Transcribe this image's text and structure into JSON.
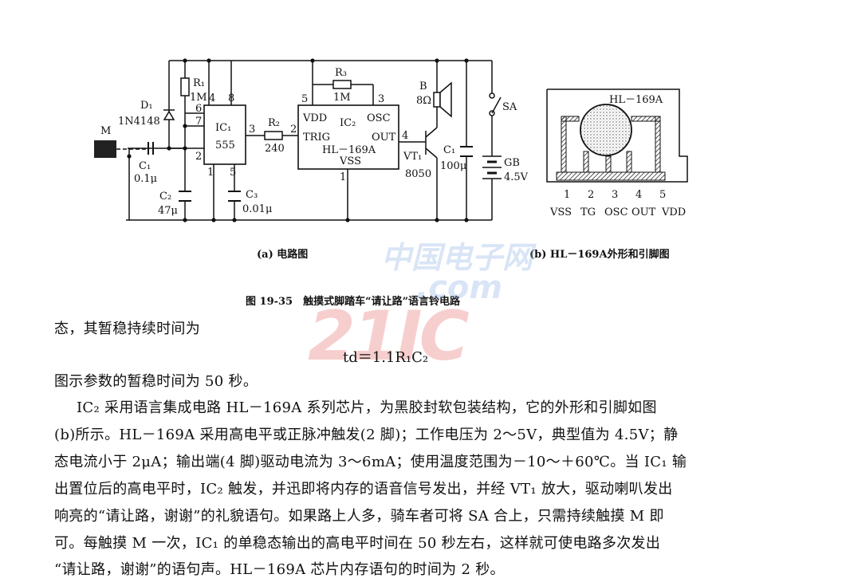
{
  "diagram": {
    "a": {
      "caption": "(a) 电路图",
      "labels": {
        "m": "M",
        "d1": "D₁",
        "d1_part": "1N4148",
        "r1": "R₁",
        "r1_val": "1M",
        "c1": "C₁",
        "c1_val": "0.1μ",
        "c2": "C₂",
        "c2_val": "47μ",
        "ic1": "IC₁",
        "ic1_part": "555",
        "c3": "C₃",
        "c3_val": "0.01μ",
        "r2": "R₂",
        "r2_val": "240",
        "r3": "R₃",
        "r3_val": "1M",
        "ic2_vdd": "VDD",
        "ic2": "IC₂",
        "ic2_osc": "OSC",
        "ic2_trig": "TRIG",
        "ic2_out": "OUT",
        "ic2_part": "HL－169A",
        "ic2_vss": "VSS",
        "b": "B",
        "b_val": "8Ω",
        "vt1": "VT₁",
        "vt1_part": "8050",
        "ct": "C₁",
        "ct_val": "100μ",
        "sa": "SA",
        "gb": "GB",
        "gb_val": "4.5V",
        "pin4": "4",
        "pin8": "8",
        "pin6": "6",
        "pin7": "7",
        "pin2": "2",
        "pin1": "1",
        "pin5": "5",
        "pin3": "3",
        "ic2_pin5": "5",
        "ic2_pin3": "3",
        "ic2_pin2": "2",
        "ic2_pin4": "4",
        "ic2_pin1": "1",
        "ic1_out_pin": "3"
      }
    },
    "b": {
      "caption": "(b) HL－169A外形和引脚图",
      "chip_label": "HL－169A",
      "pin_numbers": [
        "1",
        "2",
        "3",
        "4",
        "5"
      ],
      "pin_names": [
        "VSS",
        "TG",
        "OSC",
        "OUT",
        "VDD"
      ]
    },
    "figure_title": "图 19-35　触摸式脚踏车“请让路”语言铃电路"
  },
  "text": {
    "line1": "态，其暂稳持续时间为",
    "formula": "td＝1.1R₁C₂",
    "line2": "图示参数的暂稳时间为 50 秒。",
    "para": [
      "IC₂ 采用语言集成电路 HL－169A 系列芯片，为黑胶封软包装结构，它的外形和引脚如图",
      "(b)所示。HL－169A 采用高电平或正脉冲触发(2 脚)；工作电压为 2～5V，典型值为 4.5V；静",
      "态电流小于 2μA；输出端(4 脚)驱动电流为 3～6mA；使用温度范围为－10～＋60℃。当 IC₁ 输",
      "出置位后的高电平时，IC₂ 触发，并迅即将内存的语音信号发出，并经 VT₁ 放大，驱动喇叭发出",
      "响亮的“请让路，谢谢”的礼貌语句。如果路上人多，骑车者可将 SA 合上，只需持续触摸 M 即",
      "可。每触摸 M 一次，IC₁ 的单稳态输出的高电平时间在 50 秒左右，这样就可使电路多次发出",
      "“请让路，谢谢”的语句声。HL－169A 芯片内存语句的时间为 2 秒。"
    ]
  },
  "watermark": {
    "big": "21IC",
    "cn": "中国电子网",
    "com": ".com"
  }
}
